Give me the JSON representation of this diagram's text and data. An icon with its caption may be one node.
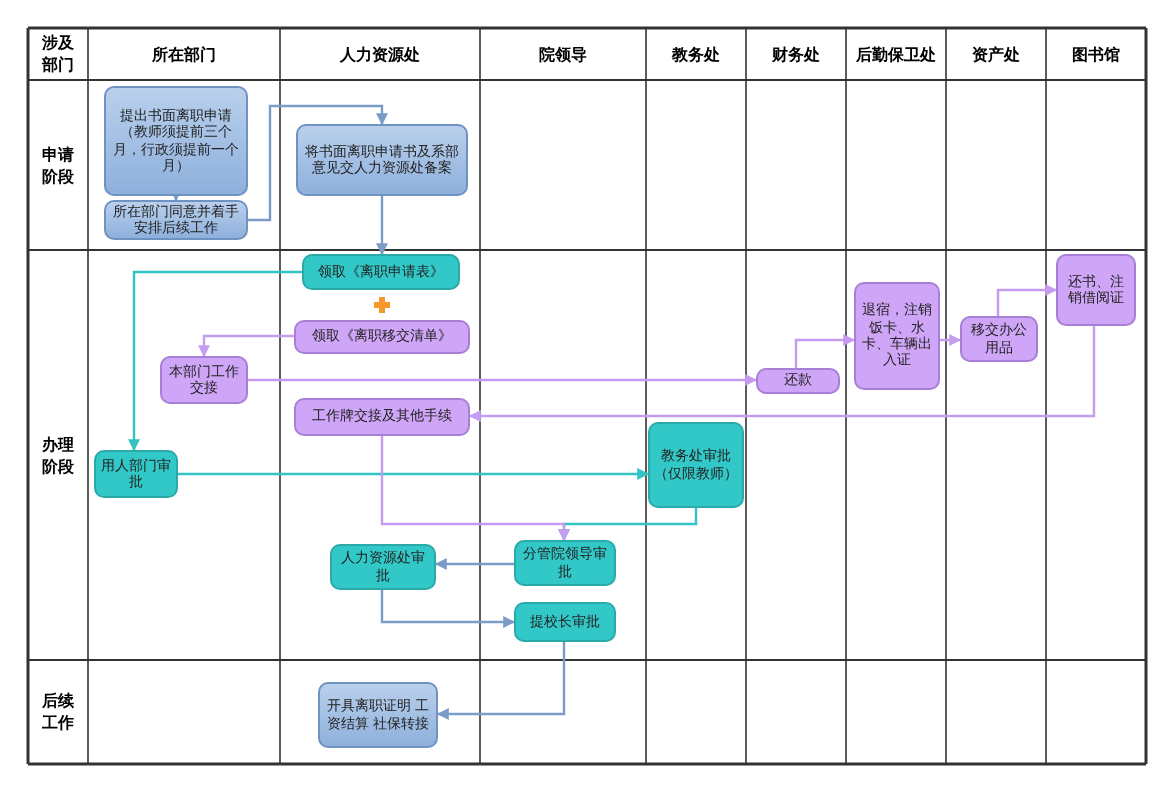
{
  "diagram": {
    "nodes": [
      {
        "text": [
          "提出书面离职申请（教师须提前三个月，行政须提前一个月）"
        ]
      },
      {
        "text": [
          "所在部门同意并着手安排后续工作"
        ]
      },
      {
        "text": [
          "将书面离职申请书及系部意见交人力资源处备案"
        ]
      },
      {
        "text": [
          "领取《离职申请表》"
        ]
      },
      {
        "text": [
          "领取《离职移交清单》"
        ]
      },
      {
        "text": [
          "本部门工作交接"
        ]
      },
      {
        "text": [
          "用人部门审批"
        ]
      },
      {
        "text": [
          "工作牌交接及其他手续"
        ]
      },
      {
        "text": [
          "还款"
        ]
      },
      {
        "text": [
          "退宿，注销饭卡、水卡、车辆出入证"
        ]
      },
      {
        "text": [
          "移交办公用品"
        ]
      },
      {
        "text": [
          "还书、注销借阅证"
        ]
      },
      {
        "text": [
          "教务处审批（仅限教师）"
        ]
      },
      {
        "text": [
          "分管院领导审批"
        ]
      },
      {
        "text": [
          "人力资源处审批"
        ]
      },
      {
        "text": [
          "提校长审批"
        ]
      },
      {
        "text": [
          "开具离职证明 工资结算 社保转接"
        ]
      }
    ],
    "edges": [
      {
        "from": 0,
        "to": 1,
        "arrow": "to",
        "color": "#7a9cc6"
      },
      {
        "from": 1,
        "to": 2,
        "arrow": "to",
        "color": "#7a9cc6"
      },
      {
        "from": 2,
        "to": 3,
        "arrow": "to",
        "color": "#7a9cc6"
      },
      {
        "from": 3,
        "to": 6,
        "arrow": "to",
        "color": "#33c3c3"
      },
      {
        "from": 4,
        "to": 5,
        "arrow": "to"
      },
      {
        "from": 5,
        "to": 8,
        "arrow": "to"
      },
      {
        "from": 8,
        "to": 9,
        "arrow": "to"
      },
      {
        "from": 9,
        "to": 10,
        "arrow": "to"
      },
      {
        "from": 10,
        "to": 11,
        "arrow": "to"
      },
      {
        "from": 11,
        "to": 7,
        "arrow": "to"
      },
      {
        "from": 6,
        "to": 12,
        "arrow": "to",
        "color": "#33c3c3"
      },
      {
        "from": 12,
        "to": 13,
        "arrow": "to",
        "color": "#33c3c3"
      },
      {
        "from": 7,
        "to": 13,
        "arrow": "to"
      },
      {
        "from": 13,
        "to": 14,
        "arrow": "to",
        "color": "#7a9cc6"
      },
      {
        "from": 14,
        "to": 15,
        "arrow": "to",
        "color": "#7a9cc6"
      },
      {
        "from": 15,
        "to": 16,
        "arrow": "to",
        "color": "#7a9cc6"
      }
    ],
    "labels": [
      "涉及部门",
      "所在部门",
      "人力资源处",
      "院领导",
      "教务处",
      "财务处",
      "后勤保卫处",
      "资产处",
      "图书馆",
      "申请阶段",
      "办理阶段",
      "后续工作"
    ]
  }
}
